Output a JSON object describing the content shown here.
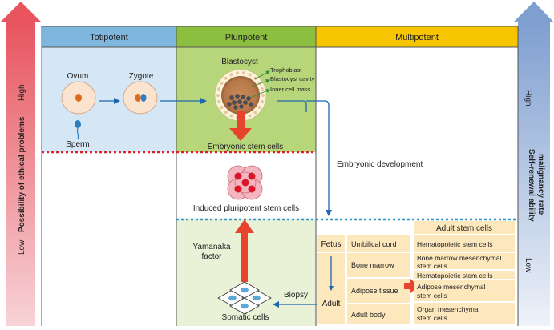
{
  "headers": {
    "totipotent": "Totipotent",
    "pluripotent": "Pluripotent",
    "multipotent": "Multipotent"
  },
  "left_axis": {
    "title": "Possibility of ethical problems",
    "high": "High",
    "low": "Low"
  },
  "right_axis": {
    "title_line1": "Self-renewal ability",
    "title_line2": "malignancy rate",
    "high": "High",
    "low": "Low"
  },
  "totipotent": {
    "ovum": "Ovum",
    "zygote": "Zygote",
    "sperm": "Sperm"
  },
  "blastocyst": {
    "title": "Blastocyst",
    "trophoblast": "Trophoblast",
    "cavity": "Blastocyst cavity",
    "inner_mass": "Inner cell mass"
  },
  "pluripotent": {
    "embryonic": "Embryonic stem cells",
    "ips": "Induced pluripotent stem cells",
    "yamanaka_line1": "Yamanaka",
    "yamanaka_line2": "factor",
    "somatic": "Somatic cells",
    "biopsy": "Biopsy"
  },
  "multipotent": {
    "embryonic_development": "Embryonic development",
    "fetus": "Fetus",
    "adult": "Adult",
    "sources": [
      "Umbilical cord",
      "Bone marrow",
      "Adipose tissue",
      "Adult body"
    ],
    "adult_stem_cells_title": "Adult stem cells",
    "stem_cells": [
      {
        "line1": "Hematopoietic stem cells",
        "line2": ""
      },
      {
        "line1": "Bone marrow mesenchymal",
        "line2": "stem cells"
      },
      {
        "line1": "Hematopoietic stem cells",
        "line2": ""
      },
      {
        "line1": "Adipose mesenchymal",
        "line2": "stem cells"
      },
      {
        "line1": "Organ mesenchymal",
        "line2": "stem cells"
      }
    ]
  },
  "colors": {
    "left_arrow_top": "#e8555f",
    "left_arrow_bottom": "#f5c6cc",
    "right_arrow_top": "#7f9fd0",
    "right_arrow_bottom": "#e4ebf6",
    "header_totipotent": "#7fb6de",
    "header_pluripotent": "#8cbf3f",
    "header_multipotent": "#f6c500",
    "totipotent_panel": "#d5e6f4",
    "pluripotent_top": "#b7d67a",
    "pluripotent_bottom": "#e9f1d6",
    "cream": "#fde7bd",
    "red_dotted": "#d81e28",
    "blue_dotted": "#2a96c8",
    "arrow_red": "#e8432c",
    "arrow_blue": "#1f66b0"
  }
}
